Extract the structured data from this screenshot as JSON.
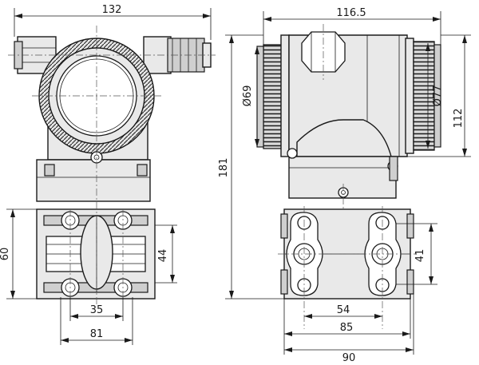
{
  "dimensions": {
    "left_width": "132",
    "left_height_lower": "60",
    "left_bore": "44",
    "left_bolt_spacing": "35",
    "left_flange_width": "81",
    "right_width": "116.5",
    "right_cover_diameter_left": "Ø69",
    "right_cover_diameter_right": "Ø77",
    "right_head_height": "112",
    "right_total_height": "181",
    "right_flange_height": "41",
    "right_hole_spacing": "54",
    "right_flange_inner": "85",
    "right_flange_outer": "90"
  }
}
